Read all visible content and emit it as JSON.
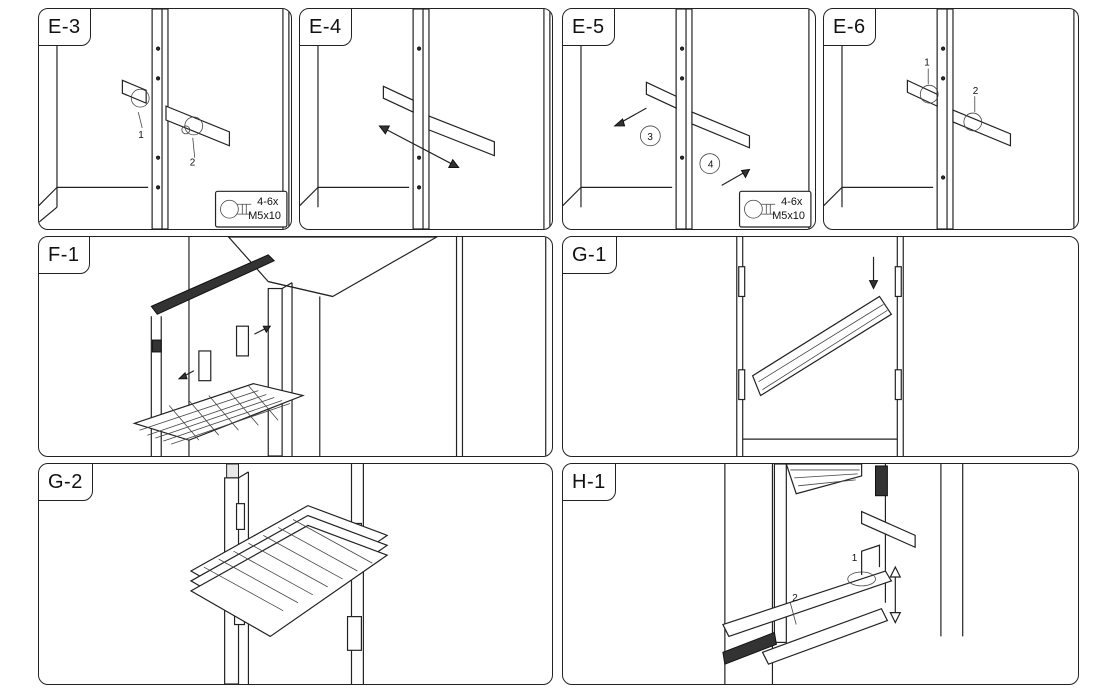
{
  "panels": {
    "e3": {
      "label": "E-3",
      "callout_1": "1",
      "callout_2": "2",
      "screw_qty": "4-6x",
      "screw_size": "M5x10"
    },
    "e4": {
      "label": "E-4"
    },
    "e5": {
      "label": "E-5",
      "callout_3": "3",
      "callout_4": "4",
      "screw_qty": "4-6x",
      "screw_size": "M5x10"
    },
    "e6": {
      "label": "E-6",
      "callout_1": "1",
      "callout_2": "2"
    },
    "f1": {
      "label": "F-1"
    },
    "g1": {
      "label": "G-1"
    },
    "g2": {
      "label": "G-2"
    },
    "h1": {
      "label": "H-1",
      "callout_1": "1",
      "callout_2": "2"
    }
  },
  "colors": {
    "line": "#222222",
    "background": "#ffffff"
  }
}
